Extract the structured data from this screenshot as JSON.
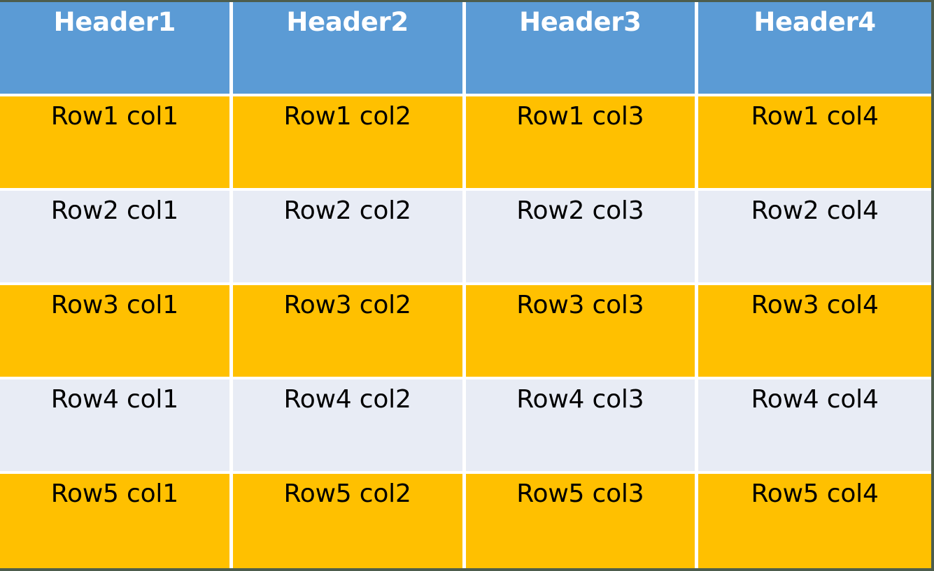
{
  "table": {
    "columns": 4,
    "colors": {
      "header_background": "#5B9BD5",
      "header_text": "#FFFFFF",
      "row_odd_background": "#FFC000",
      "row_even_background": "#E8ECF5",
      "body_text": "#000000",
      "gutter": "#FFFFFF",
      "outer_border": "#4D5D4D"
    },
    "headers": [
      "Header1",
      "Header2",
      "Header3",
      "Header4"
    ],
    "rows": [
      [
        "Row1 col1",
        "Row1 col2",
        "Row1 col3",
        "Row1 col4"
      ],
      [
        "Row2 col1",
        "Row2 col2",
        "Row2 col3",
        "Row2 col4"
      ],
      [
        "Row3 col1",
        "Row3 col2",
        "Row3 col3",
        "Row3 col4"
      ],
      [
        "Row4 col1",
        "Row4 col2",
        "Row4 col3",
        "Row4 col4"
      ],
      [
        "Row5 col1",
        "Row5 col2",
        "Row5 col3",
        "Row5 col4"
      ]
    ]
  }
}
